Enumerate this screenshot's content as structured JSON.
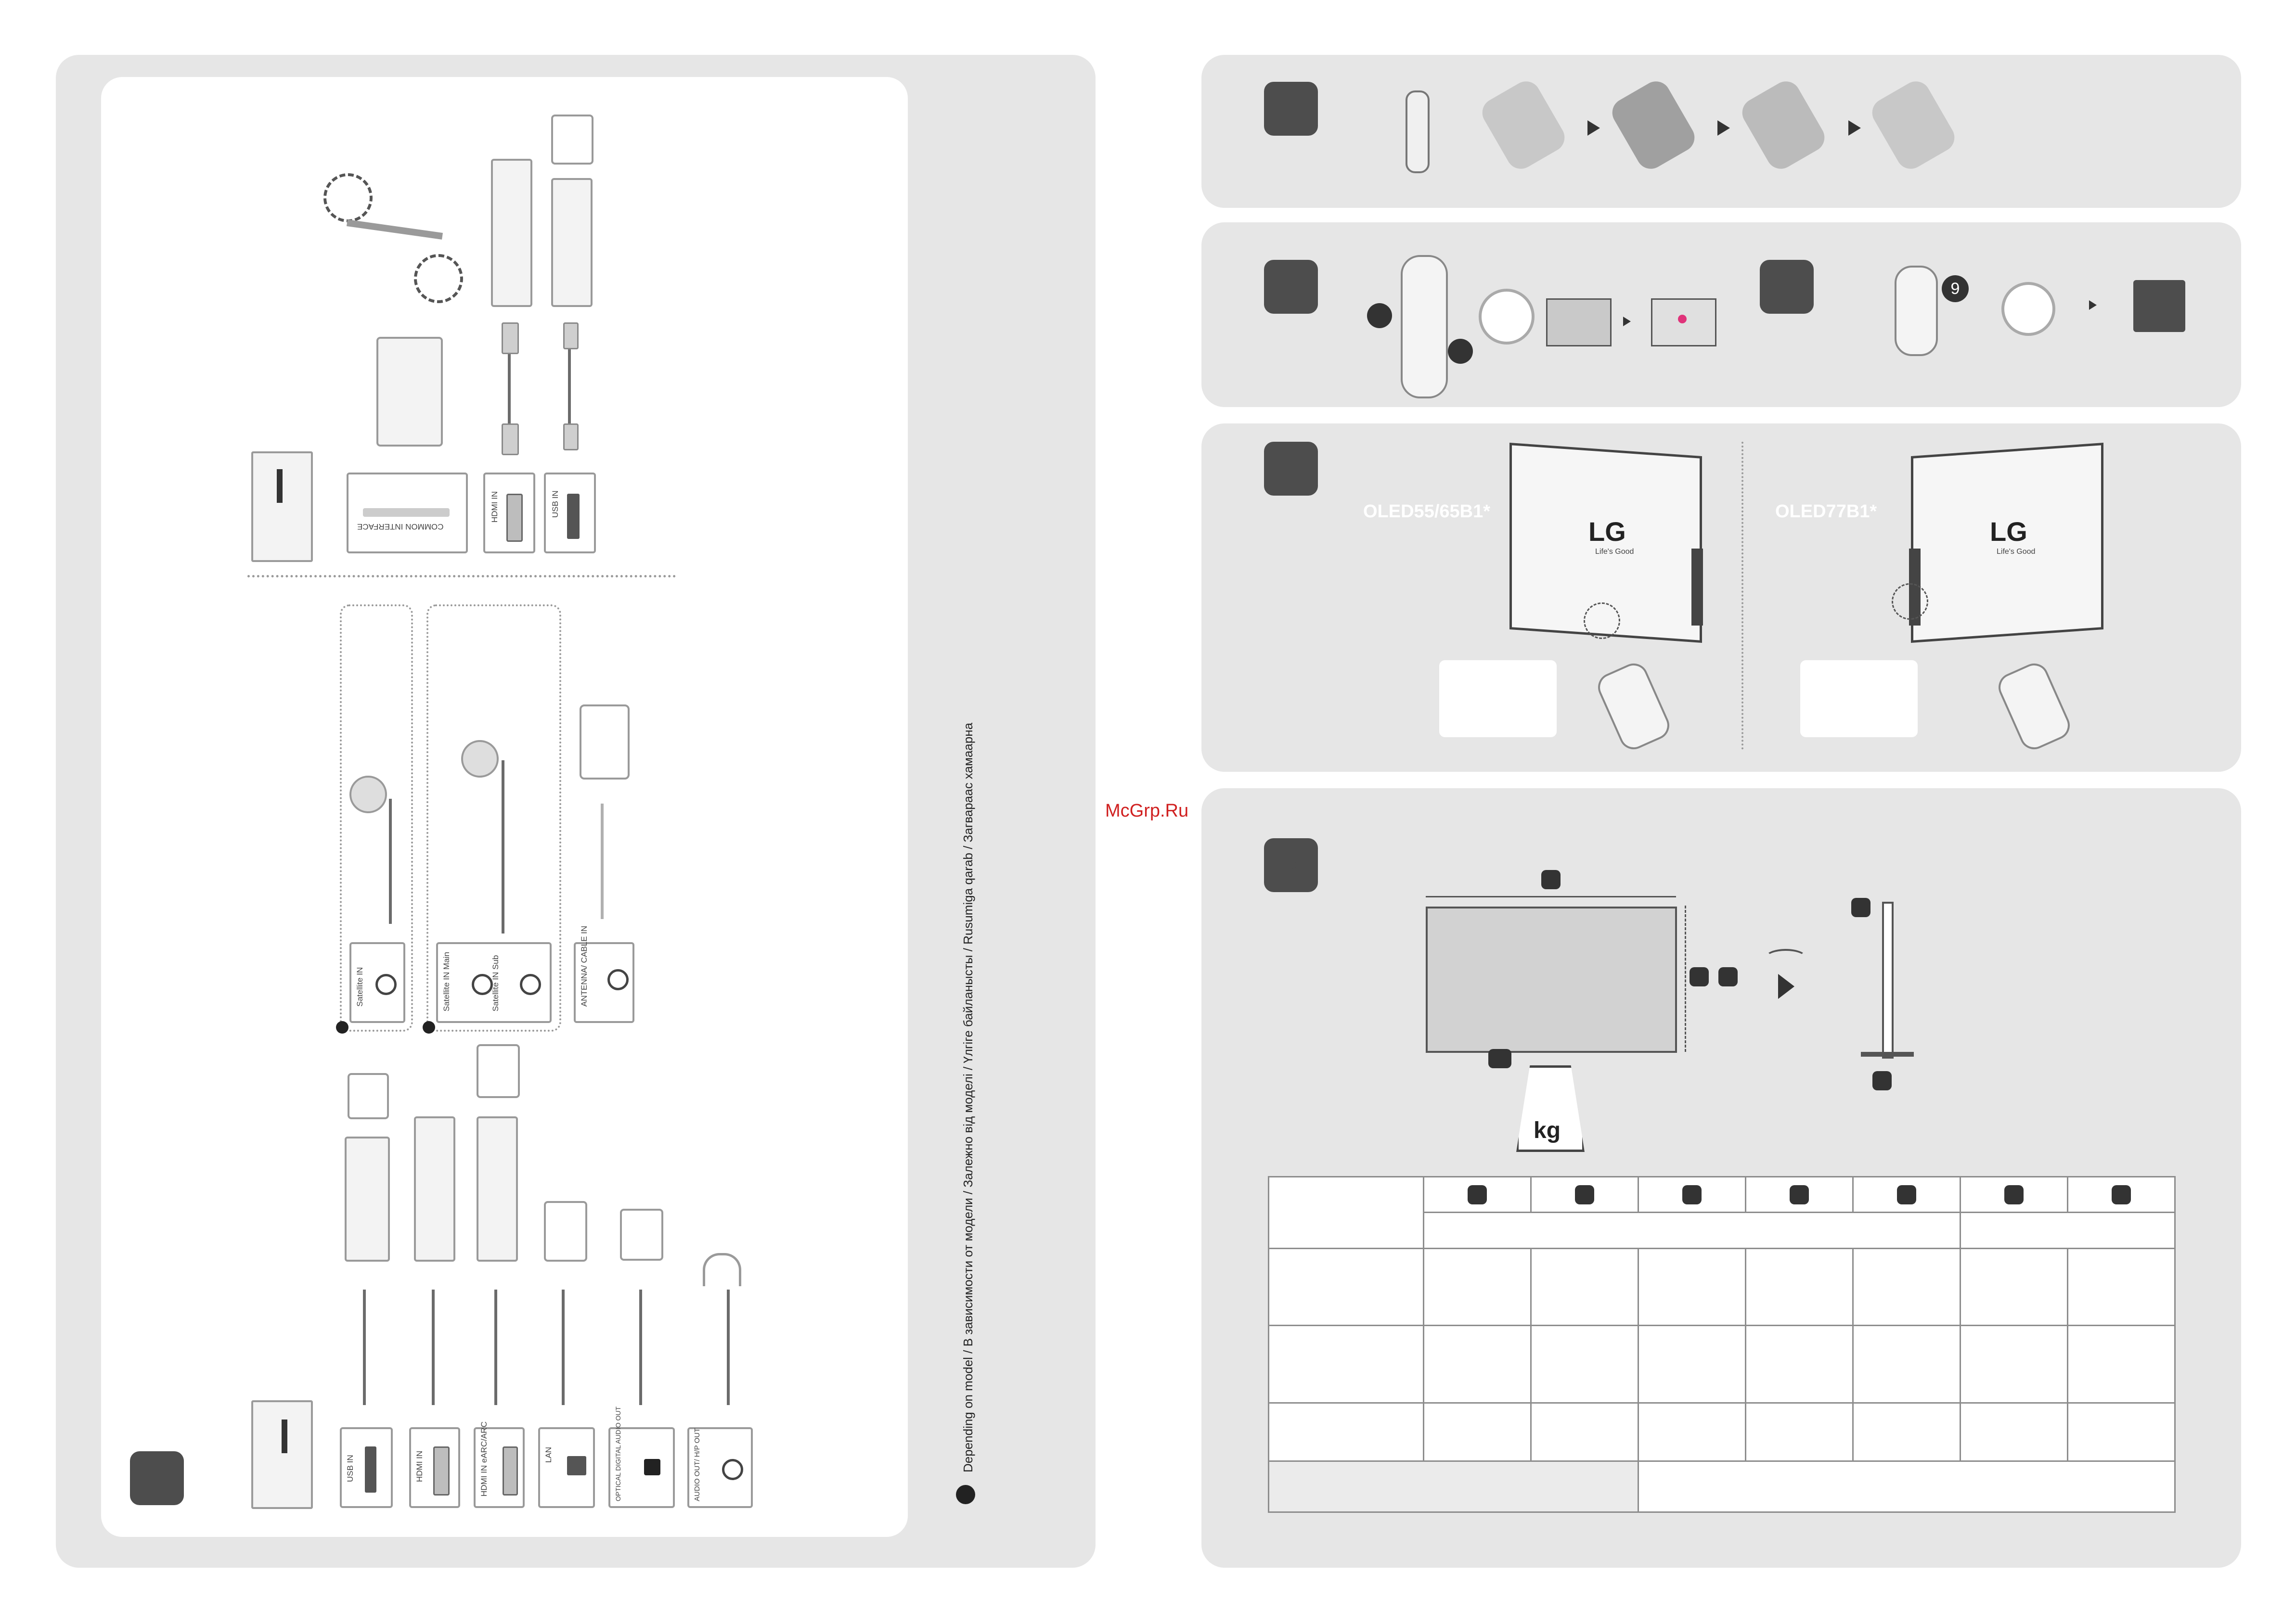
{
  "watermark": "McGrp.Ru",
  "left_panel": {
    "side_note": "Depending on model / В зависимости от модели / Залежно від моделі / Үлгіге байланысты / Rusumiga qarab / Загвараас хамаарна",
    "ports_top": [
      "COMMON INTERFACE",
      "HDMI IN",
      "USB IN"
    ],
    "satellite_ports": [
      "Satellite IN",
      "Satellite IN Main",
      "Satellite IN Sub"
    ],
    "antenna_port": "ANTENNA/ CABLE IN",
    "ports_bottom": [
      "USB IN",
      "HDMI IN",
      "HDMI IN eARC/ARC",
      "LAN",
      "OPTICAL DIGITAL AUDIO OUT",
      "AUDIO OUT/ H/P OUT"
    ]
  },
  "power_panel": {
    "model_left": "OLED55/65B1*",
    "model_right": "OLED77B1*",
    "brand": "LG",
    "tagline": "Life's Good"
  },
  "pairing_panel": {
    "step_badge": "9"
  },
  "weight_panel": {
    "weight_unit": "kg",
    "icon_unit": "Kg"
  },
  "icons": {
    "batteries": "batteries-icon",
    "link": "link-icon",
    "help": "help-icon",
    "power": "power-icon",
    "weight": "weight-icon",
    "connections": "cable-icon"
  }
}
